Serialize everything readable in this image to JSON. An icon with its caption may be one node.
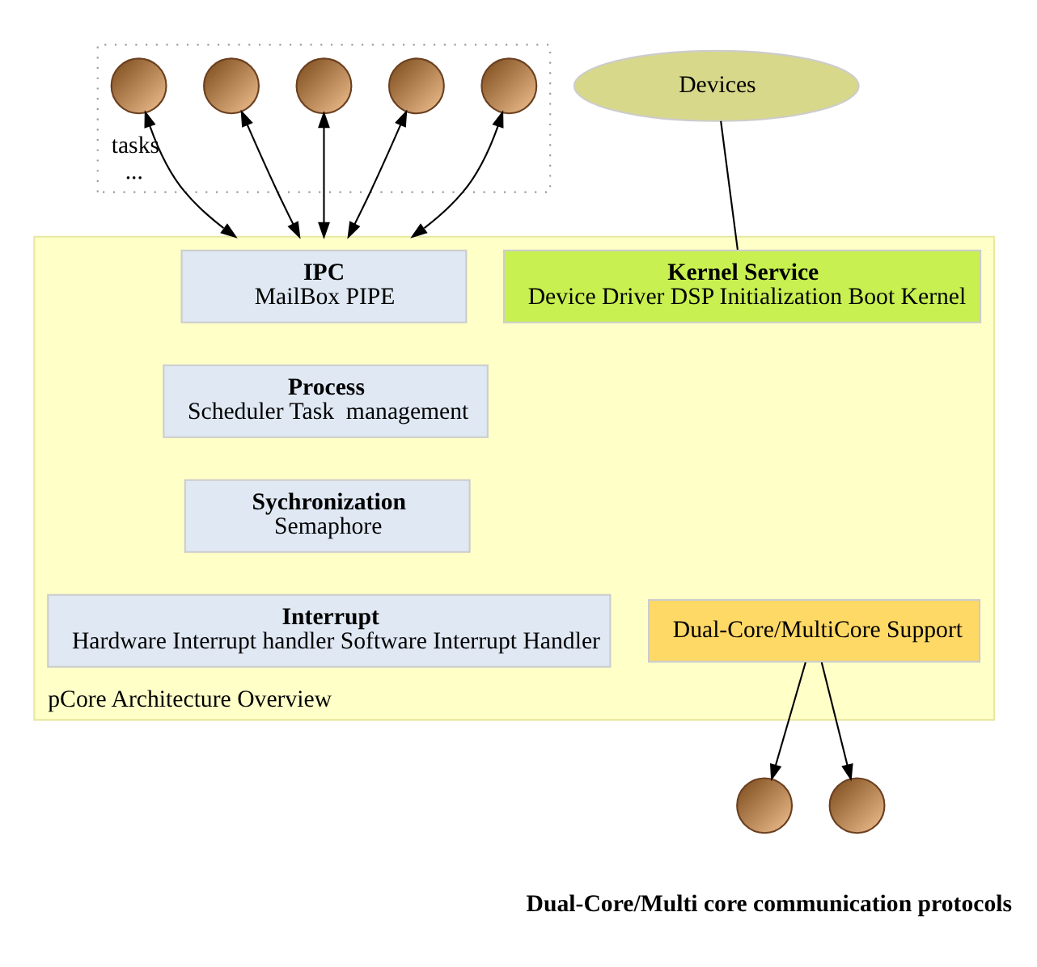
{
  "diagram": {
    "nodes": [
      {
        "text": [
          "tasks",
          "..."
        ]
      },
      {
        "text": [],
        "shape": "circle",
        "in": 0
      },
      {
        "text": [],
        "shape": "circle",
        "in": 0
      },
      {
        "text": [],
        "shape": "circle",
        "in": 0
      },
      {
        "text": [],
        "shape": "circle",
        "in": 0
      },
      {
        "text": [],
        "shape": "circle",
        "in": 0
      },
      {
        "text": [
          "pCore Architecture Overview"
        ]
      },
      {
        "text": [
          "Kernel Service",
          "Device Driver DSP Initialization Boot Kernel"
        ],
        "in": 6
      },
      {
        "text": [
          "IPC",
          "MailBox PIPE"
        ],
        "in": 6
      },
      {
        "text": [
          "Process",
          "Scheduler Task  management"
        ],
        "in": 6
      },
      {
        "text": [
          "Sychronization",
          "Semaphore"
        ],
        "in": 6
      },
      {
        "text": [
          "Interrupt",
          "Hardware Interrupt handler Software Interrupt Handler"
        ],
        "in": 6
      },
      {
        "text": [
          "Dual-Core/MultiCore Support"
        ],
        "in": 6
      },
      {
        "text": [
          "Devices"
        ]
      },
      {
        "text": [],
        "shape": "circle"
      },
      {
        "text": [],
        "shape": "circle"
      }
    ],
    "edges": [
      {
        "from": 1,
        "to": 6,
        "arrow": "both"
      },
      {
        "from": 2,
        "to": 6,
        "arrow": "both"
      },
      {
        "from": 3,
        "to": 6,
        "arrow": "both"
      },
      {
        "from": 4,
        "to": 6,
        "arrow": "both"
      },
      {
        "from": 5,
        "to": 6,
        "arrow": "both"
      },
      {
        "from": 13,
        "to": 7,
        "arrow": "none"
      },
      {
        "from": 12,
        "to": 14,
        "arrow": "to"
      },
      {
        "from": 12,
        "to": 15,
        "arrow": "to"
      }
    ],
    "labels": [
      "Dual-Core/Multi core communication protocols"
    ]
  }
}
